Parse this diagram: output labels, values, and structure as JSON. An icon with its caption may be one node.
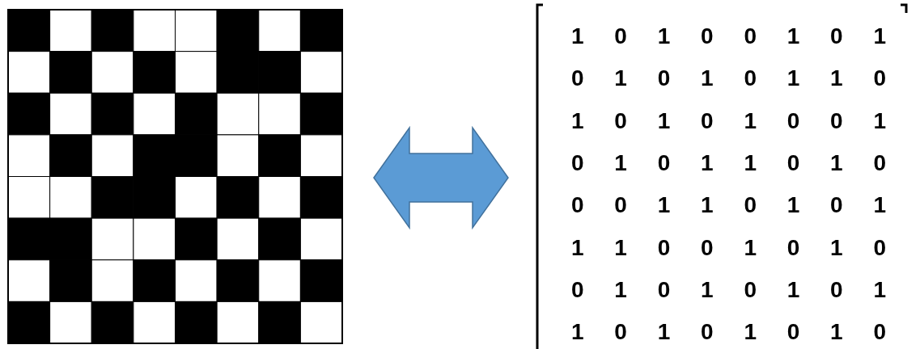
{
  "diagram": {
    "nodes": [
      {
        "text": [],
        "shape": "picture"
      },
      {
        "text": [
          "1 0 1 0 0 1 0 1",
          "0 1 0 1 0 1 1 0",
          "1 0 1 0 1 0 0 1",
          "0 1 0 1 1 0 1 0",
          "0 0 1 1 0 1 0 1",
          "1 1 0 0 1 0 1 0",
          "0 1 0 1 0 1 0 1",
          "1 0 1 0 1 0 1 0"
        ]
      }
    ],
    "edges": [
      {
        "from": 0,
        "to": 1,
        "arrow": "both"
      }
    ]
  }
}
